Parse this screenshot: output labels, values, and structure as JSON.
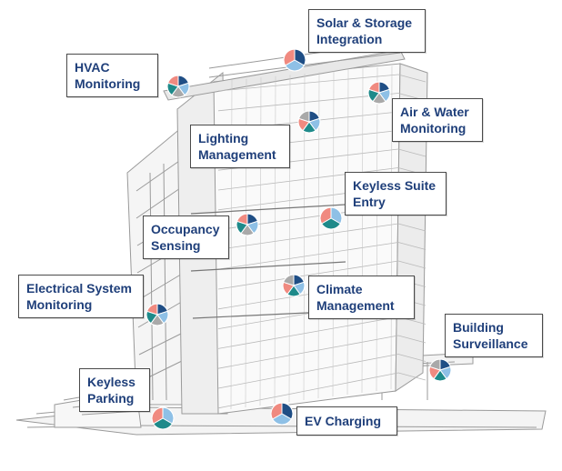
{
  "colors": {
    "navy": "#1f4e85",
    "light_blue": "#8ec0e6",
    "coral": "#f08a80",
    "teal": "#1e8a8a",
    "gray": "#a9a9a9",
    "label_text": "#1f3f7a"
  },
  "labels": {
    "solar": "Solar & Storage\nIntegration",
    "hvac": "HVAC\nMonitoring",
    "air_water": "Air & Water\nMonitoring",
    "lighting": "Lighting\nManagement",
    "keyless_suite": "Keyless Suite\nEntry",
    "occupancy": "Occupancy\nSensing",
    "electrical": "Electrical System\nMonitoring",
    "climate": "Climate\nManagement",
    "surveillance": "Building\nSurveillance",
    "keyless_parking": "Keyless\nParking",
    "ev_charging": "EV Charging"
  },
  "pie_segments": {
    "solar": [
      "navy",
      "light_blue",
      "coral"
    ],
    "hvac": [
      "navy",
      "light_blue",
      "gray",
      "teal",
      "coral"
    ],
    "air_water": [
      "navy",
      "light_blue",
      "gray",
      "teal",
      "coral"
    ],
    "lighting": [
      "navy",
      "light_blue",
      "teal",
      "coral",
      "gray"
    ],
    "keyless_suite": [
      "light_blue",
      "teal",
      "coral"
    ],
    "occupancy": [
      "navy",
      "light_blue",
      "gray",
      "teal",
      "coral"
    ],
    "electrical": [
      "navy",
      "light_blue",
      "gray",
      "teal",
      "coral"
    ],
    "climate": [
      "navy",
      "light_blue",
      "teal",
      "coral",
      "gray"
    ],
    "surveillance": [
      "navy",
      "light_blue",
      "teal",
      "coral",
      "gray"
    ],
    "keyless_parking": [
      "light_blue",
      "teal",
      "coral"
    ],
    "ev_charging": [
      "navy",
      "light_blue",
      "coral"
    ]
  }
}
